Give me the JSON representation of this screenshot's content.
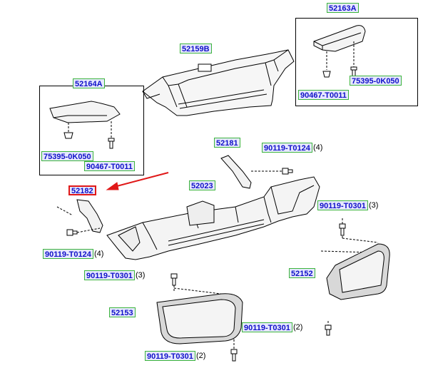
{
  "labels": {
    "p52163A": "52163A",
    "p75395_0K050_r": "75395-0K050",
    "p90467_T0011_r": "90467-T0011",
    "p52159B": "52159B",
    "p52164A": "52164A",
    "p75395_0K050_l": "75395-0K050",
    "p90467_T0011_l": "90467-T0011",
    "p52181": "52181",
    "p90119_T0124_a": "90119-T0124",
    "p52182": "52182",
    "p52023": "52023",
    "p90119_T0301_a": "90119-T0301",
    "p90119_T0124_b": "90119-T0124",
    "p90119_T0301_b": "90119-T0301",
    "p52152": "52152",
    "p52153": "52153",
    "p90119_T0301_c": "90119-T0301",
    "p90119_T0301_d": "90119-T0301"
  },
  "quantities": {
    "q_T0124_a": "(4)",
    "q_T0301_a": "(3)",
    "q_T0124_b": "(4)",
    "q_T0301_b": "(3)",
    "q_T0301_c": "(2)",
    "q_T0301_d": "(2)"
  },
  "colors": {
    "label_text": "#1010c8",
    "label_fill": "#e6e8ff",
    "label_border": "#3cb43c",
    "highlight": "#e01818",
    "line": "#000000"
  }
}
